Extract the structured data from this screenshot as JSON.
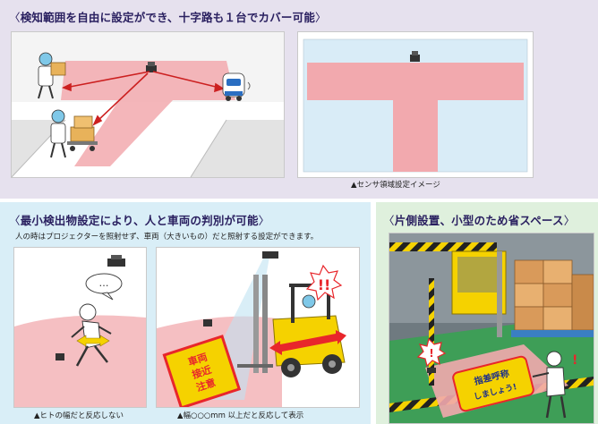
{
  "top_section": {
    "title": "検知範囲を自由に設定ができ、十字路も１台でカバー可能",
    "caption": "▲センサ領域設定イメージ"
  },
  "bottom_left_section": {
    "title": "最小検出物設定により、人と車両の判別が可能",
    "subtitle": "人の時はプロジェクターを照射せず、車両（大きいもの）だと照射する設定ができます。",
    "caption_left": "▲ヒトの幅だと反応しない",
    "caption_right": "▲幅○○○mm 以上だと反応して表示",
    "speech_bubble": "…",
    "floor_sign_lines": [
      "車両",
      "接近",
      "注意"
    ]
  },
  "bottom_right_section": {
    "title": "片側設置、小型のため省スペース",
    "floor_sign_lines": [
      "指差呼称",
      "しましょう!"
    ]
  },
  "colors": {
    "top_bg": "#e6e1ee",
    "bottom_left_bg": "#d9eef7",
    "bottom_right_bg": "#dff0dd",
    "title_color": "#2a2060",
    "detection_zone": "#f2a9ae",
    "forklift_yellow": "#f5d200",
    "warning_red": "#e8262b"
  },
  "icons": [
    "sensor-icon",
    "robot-icon",
    "person-icon",
    "forklift-icon",
    "projector-icon",
    "warning-icon",
    "pointing-hand-icon"
  ]
}
